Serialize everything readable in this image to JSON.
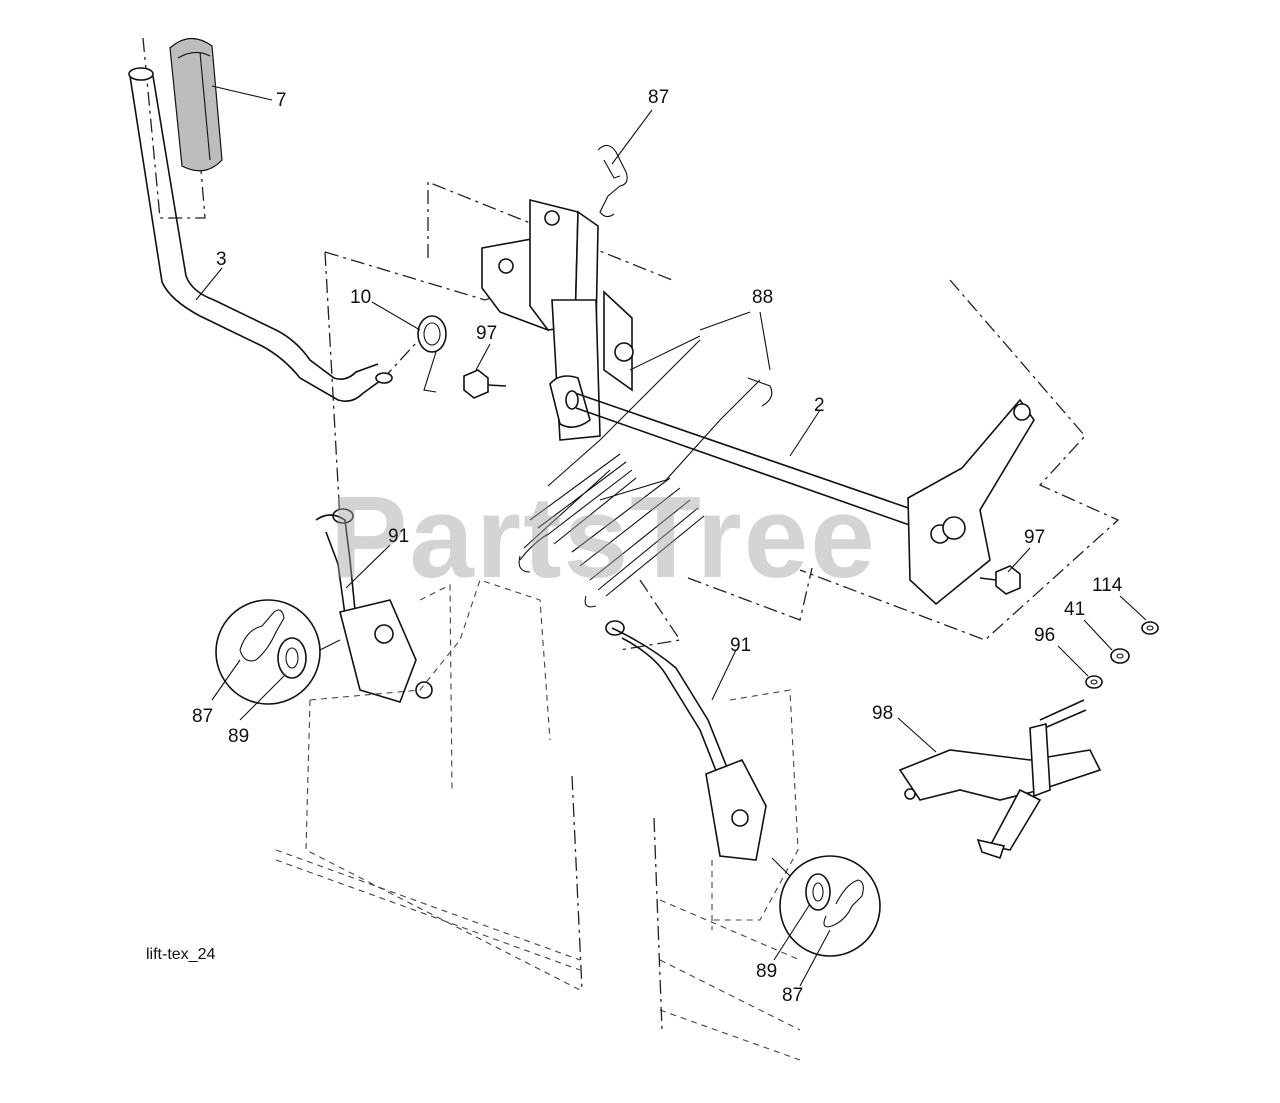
{
  "diagram": {
    "caption": "lift-tex_24",
    "watermark": "PartsTree",
    "callouts": {
      "c7": "7",
      "c3": "3",
      "c87_top": "87",
      "c10": "10",
      "c97_left": "97",
      "c88": "88",
      "c2": "2",
      "c97_right": "97",
      "c91_left": "91",
      "c91_right": "91",
      "c87_left": "87",
      "c89_left": "89",
      "c114": "114",
      "c41": "41",
      "c96": "96",
      "c98": "98",
      "c89_right": "89",
      "c87_right": "87"
    }
  }
}
